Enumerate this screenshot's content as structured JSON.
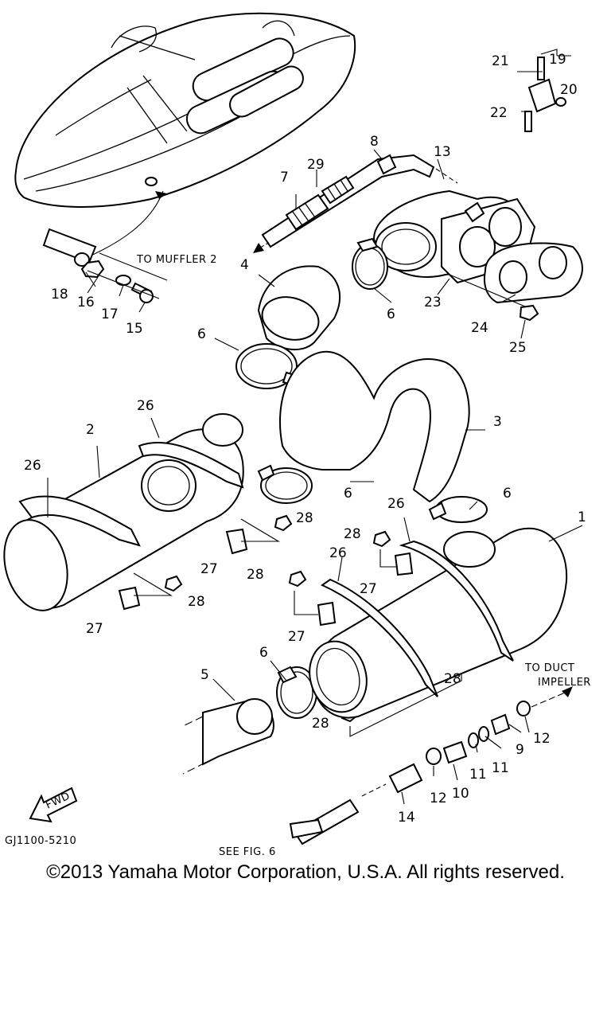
{
  "diagram": {
    "drawing_code": "GJ1100-5210",
    "notes": {
      "to_muffler": "TO MUFFLER 2",
      "to_duct_1": "TO DUCT",
      "to_duct_2": "IMPELLER",
      "see_fig": "SEE FIG. 6",
      "fwd": "FWD"
    },
    "callouts": [
      {
        "id": "c1",
        "label": "1"
      },
      {
        "id": "c2",
        "label": "2"
      },
      {
        "id": "c3",
        "label": "3"
      },
      {
        "id": "c4",
        "label": "4"
      },
      {
        "id": "c5",
        "label": "5"
      },
      {
        "id": "c6a",
        "label": "6"
      },
      {
        "id": "c6b",
        "label": "6"
      },
      {
        "id": "c6c",
        "label": "6"
      },
      {
        "id": "c6d",
        "label": "6"
      },
      {
        "id": "c6e",
        "label": "6"
      },
      {
        "id": "c7",
        "label": "7"
      },
      {
        "id": "c8",
        "label": "8"
      },
      {
        "id": "c9",
        "label": "9"
      },
      {
        "id": "c10",
        "label": "10"
      },
      {
        "id": "c11a",
        "label": "11"
      },
      {
        "id": "c11b",
        "label": "11"
      },
      {
        "id": "c12a",
        "label": "12"
      },
      {
        "id": "c12b",
        "label": "12"
      },
      {
        "id": "c13",
        "label": "13"
      },
      {
        "id": "c14",
        "label": "14"
      },
      {
        "id": "c15",
        "label": "15"
      },
      {
        "id": "c16",
        "label": "16"
      },
      {
        "id": "c17",
        "label": "17"
      },
      {
        "id": "c18",
        "label": "18"
      },
      {
        "id": "c19",
        "label": "19"
      },
      {
        "id": "c20",
        "label": "20"
      },
      {
        "id": "c21",
        "label": "21"
      },
      {
        "id": "c22",
        "label": "22"
      },
      {
        "id": "c23",
        "label": "23"
      },
      {
        "id": "c24",
        "label": "24"
      },
      {
        "id": "c25",
        "label": "25"
      },
      {
        "id": "c26a",
        "label": "26"
      },
      {
        "id": "c26b",
        "label": "26"
      },
      {
        "id": "c26c",
        "label": "26"
      },
      {
        "id": "c26d",
        "label": "26"
      },
      {
        "id": "c27a",
        "label": "27"
      },
      {
        "id": "c27b",
        "label": "27"
      },
      {
        "id": "c27c",
        "label": "27"
      },
      {
        "id": "c27d",
        "label": "27"
      },
      {
        "id": "c28a",
        "label": "28"
      },
      {
        "id": "c28b",
        "label": "28"
      },
      {
        "id": "c28c",
        "label": "28"
      },
      {
        "id": "c28d",
        "label": "28"
      },
      {
        "id": "c28e",
        "label": "28"
      },
      {
        "id": "c28f",
        "label": "28"
      },
      {
        "id": "c29",
        "label": "29"
      }
    ]
  },
  "footer": {
    "copyright": "©2013 Yamaha Motor Corporation, U.S.A. All rights reserved."
  }
}
